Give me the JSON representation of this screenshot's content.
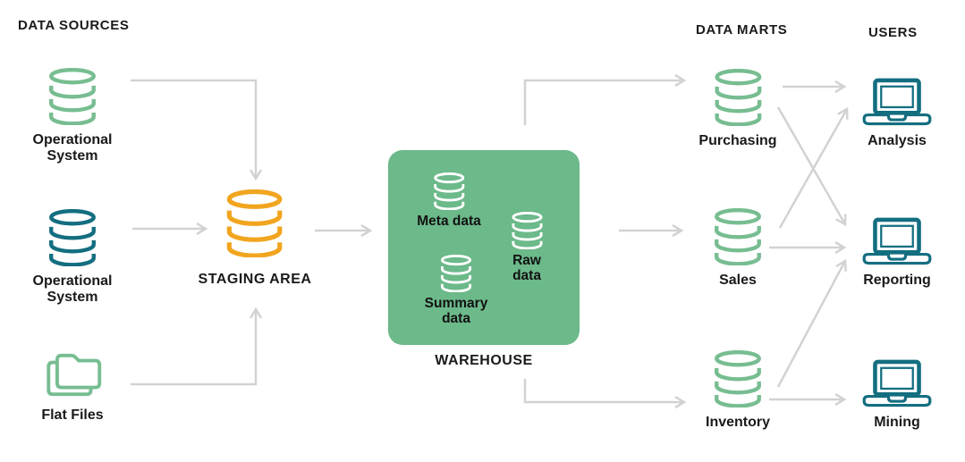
{
  "headers": {
    "sources": "DATA SOURCES",
    "marts": "DATA MARTS",
    "users": "USERS"
  },
  "nodes": {
    "source1": {
      "label": "Operational System",
      "icon": "database",
      "color": "green"
    },
    "source2": {
      "label": "Operational System",
      "icon": "database",
      "color": "teal"
    },
    "flat_files": {
      "label": "Flat Files",
      "icon": "folder",
      "color": "green"
    },
    "staging": {
      "label": "STAGING AREA",
      "icon": "database",
      "color": "orange"
    },
    "warehouse": {
      "label": "WAREHOUSE",
      "items": {
        "meta": {
          "label": "Meta data",
          "icon": "database",
          "color": "white"
        },
        "raw": {
          "label": "Raw data",
          "icon": "database",
          "color": "white"
        },
        "summary": {
          "label": "Summary data",
          "icon": "database",
          "color": "white"
        }
      }
    },
    "purchasing": {
      "label": "Purchasing",
      "icon": "database",
      "color": "green"
    },
    "sales": {
      "label": "Sales",
      "icon": "database",
      "color": "green"
    },
    "inventory": {
      "label": "Inventory",
      "icon": "database",
      "color": "green"
    },
    "analysis": {
      "label": "Analysis",
      "icon": "laptop",
      "color": "teal"
    },
    "reporting": {
      "label": "Reporting",
      "icon": "laptop",
      "color": "teal"
    },
    "mining": {
      "label": "Mining",
      "icon": "laptop",
      "color": "teal"
    }
  },
  "connections": [
    {
      "from": "source1",
      "to": "staging"
    },
    {
      "from": "source2",
      "to": "staging"
    },
    {
      "from": "flat_files",
      "to": "staging"
    },
    {
      "from": "staging",
      "to": "warehouse"
    },
    {
      "from": "warehouse",
      "to": "purchasing"
    },
    {
      "from": "warehouse",
      "to": "sales"
    },
    {
      "from": "warehouse",
      "to": "inventory"
    },
    {
      "from": "purchasing",
      "to": "analysis"
    },
    {
      "from": "purchasing",
      "to": "reporting"
    },
    {
      "from": "sales",
      "to": "analysis"
    },
    {
      "from": "sales",
      "to": "reporting"
    },
    {
      "from": "inventory",
      "to": "reporting"
    },
    {
      "from": "inventory",
      "to": "mining"
    }
  ],
  "colors": {
    "green": "#77BD91",
    "teal": "#136E80",
    "orange": "#F1A51F",
    "warehouse_fill": "#6CB98A",
    "white_icon": "#FFFFFF",
    "arrow": "#D2D2D2",
    "text": "#1A1A1A"
  }
}
